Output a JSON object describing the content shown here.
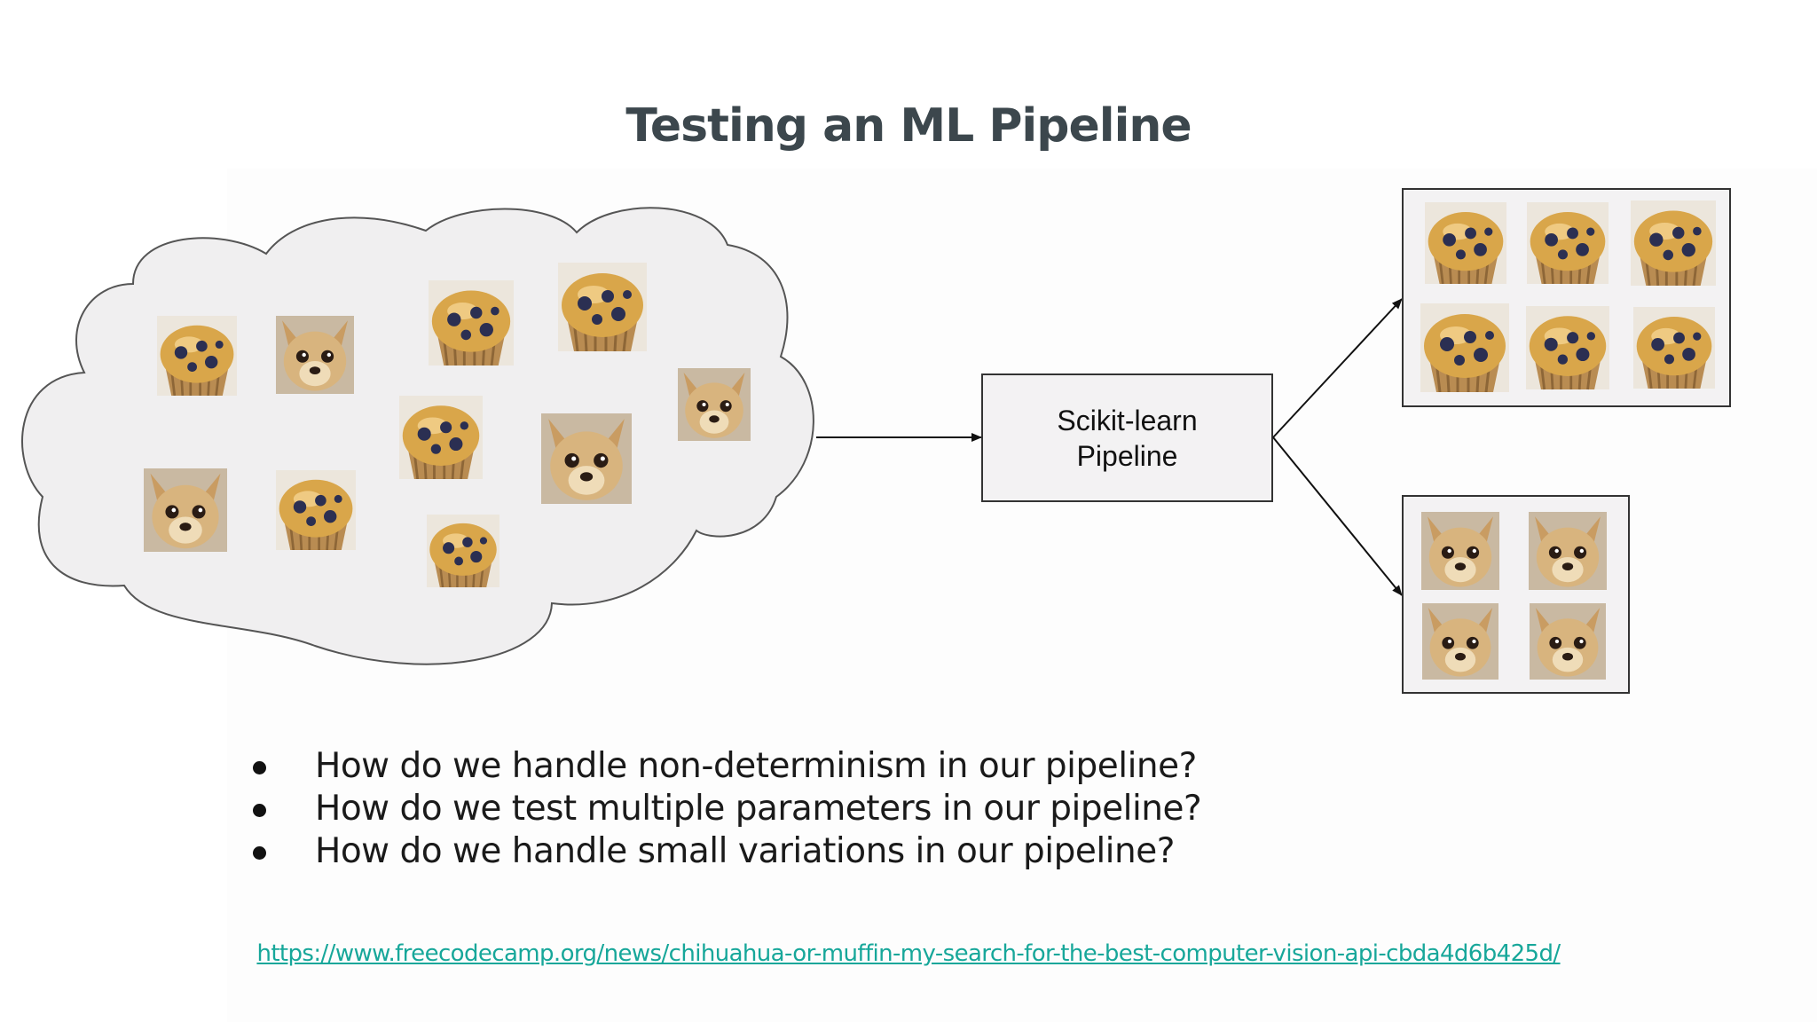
{
  "slide": {
    "title": "Testing an ML Pipeline",
    "pipeline_box": {
      "line1": "Scikit-learn",
      "line2": "Pipeline"
    },
    "input_cloud": {
      "images": [
        {
          "kind": "muffin",
          "icon": "blueberry-muffin-photo"
        },
        {
          "kind": "chihuahua",
          "icon": "chihuahua-photo"
        },
        {
          "kind": "muffin",
          "icon": "blueberry-muffin-photo"
        },
        {
          "kind": "muffin",
          "icon": "blueberry-muffin-photo"
        },
        {
          "kind": "chihuahua",
          "icon": "chihuahua-photo"
        },
        {
          "kind": "muffin",
          "icon": "blueberry-muffin-photo"
        },
        {
          "kind": "chihuahua",
          "icon": "chihuahua-photo"
        },
        {
          "kind": "chihuahua",
          "icon": "chihuahua-photo"
        },
        {
          "kind": "muffin",
          "icon": "blueberry-muffin-photo"
        },
        {
          "kind": "muffin",
          "icon": "blueberry-muffin-photo"
        }
      ]
    },
    "output_muffins": {
      "count": 6,
      "kind": "muffin"
    },
    "output_chihuahuas": {
      "count": 4,
      "kind": "chihuahua"
    },
    "bullets": [
      "How do we handle non-determinism in our pipeline?",
      "How do we test multiple parameters in our pipeline?",
      "How do we handle small variations in our pipeline?"
    ],
    "source_link": "https://www.freecodecamp.org/news/chihuahua-or-muffin-my-search-for-the-best-computer-vision-api-cbda4d6b425d/"
  },
  "colors": {
    "title": "#3c474d",
    "link": "#17a79a",
    "cloud_fill": "#f0eff0",
    "muffin_top": "#d9a64a",
    "muffin_wrapper": "#b98c52",
    "blueberry": "#2b2f52",
    "dog_fur": "#d8b47e",
    "dog_dark": "#2a1c14"
  }
}
